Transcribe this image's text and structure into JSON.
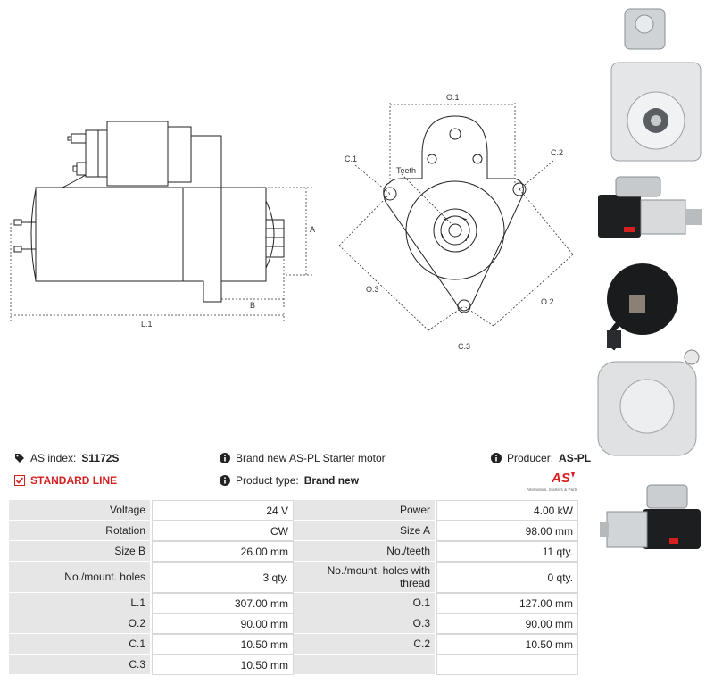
{
  "drawing": {
    "labels": {
      "l1": "L.1",
      "a": "A",
      "b": "B",
      "o1": "O.1",
      "c1": "C.1",
      "c2": "C.2",
      "c3": "C.3",
      "o2": "O.2",
      "o3": "O.3",
      "teeth": "Teeth"
    }
  },
  "info": {
    "as_index_label": "AS index:",
    "as_index_value": "S1172S",
    "line": "STANDARD LINE",
    "description": "Brand new AS-PL Starter motor",
    "product_type_label": "Product type:",
    "product_type_value": "Brand new",
    "producer_label": "Producer:",
    "producer_value": "AS-PL",
    "logo_text": "AS",
    "logo_tagline": "Alternators, Starters & Parts",
    "accent_color": "#d62020"
  },
  "spec": {
    "rows": [
      {
        "l1": "Voltage",
        "v1": "24 V",
        "l2": "Power",
        "v2": "4.00 kW"
      },
      {
        "l1": "Rotation",
        "v1": "CW",
        "l2": "Size A",
        "v2": "98.00 mm"
      },
      {
        "l1": "Size B",
        "v1": "26.00 mm",
        "l2": "No./teeth",
        "v2": "11 qty."
      },
      {
        "l1": "No./mount. holes",
        "v1": "3 qty.",
        "l2": "No./mount. holes with thread",
        "v2": "0 qty."
      },
      {
        "l1": "L.1",
        "v1": "307.00 mm",
        "l2": "O.1",
        "v2": "127.00 mm"
      },
      {
        "l1": "O.2",
        "v1": "90.00 mm",
        "l2": "O.3",
        "v2": "90.00 mm"
      },
      {
        "l1": "C.1",
        "v1": "10.50 mm",
        "l2": "C.2",
        "v2": "10.50 mm"
      },
      {
        "l1": "C.3",
        "v1": "10.50 mm",
        "l2": "",
        "v2": ""
      }
    ]
  }
}
